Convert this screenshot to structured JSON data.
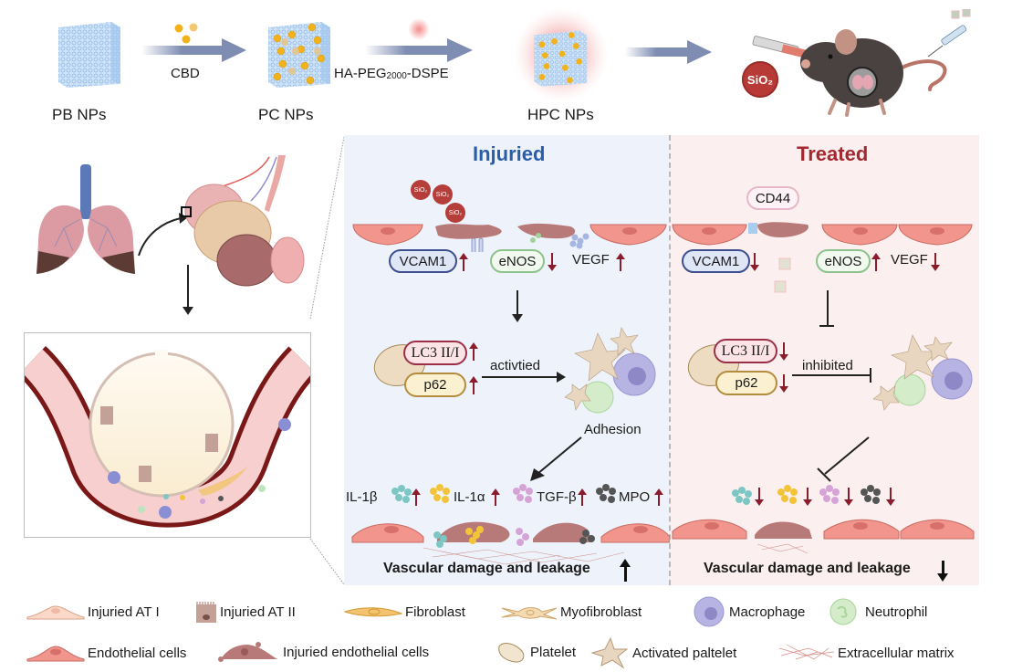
{
  "synthesis": {
    "steps": [
      {
        "label": "PB NPs"
      },
      {
        "label": "PC NPs"
      },
      {
        "label": "HPC NPs"
      }
    ],
    "arrows": [
      {
        "label": "CBD"
      },
      {
        "label": "HA-PEG",
        "subscript": "2000",
        "suffix": "-DSPE"
      }
    ],
    "mouse": {
      "silica_badge": "SiO₂"
    }
  },
  "anatomy": {
    "description": "Silicosis lung → alveolus → alveolar-capillary zoom"
  },
  "injured_panel": {
    "title": "Injuried",
    "silica_particles": [
      "SiO₂",
      "SiO₂",
      "SiO₂"
    ],
    "markers": [
      {
        "name": "VCAM1",
        "trend": "up"
      },
      {
        "name": "eNOS",
        "trend": "down"
      },
      {
        "name": "VEGF",
        "trend": "up"
      }
    ],
    "autophagy": [
      {
        "name": "LC3 II/I",
        "trend": "up"
      },
      {
        "name": "p62",
        "trend": "up"
      }
    ],
    "platelet_link": "activtied",
    "platelet_label": "Adhesion",
    "cytokines": [
      {
        "name": "IL-1β",
        "trend": "up",
        "color": "#7cc7c4"
      },
      {
        "name": "IL-1α",
        "trend": "up",
        "color": "#f3c43a"
      },
      {
        "name": "TGF-β",
        "trend": "up",
        "color": "#d6a3d6"
      },
      {
        "name": "MPO",
        "trend": "up",
        "color": "#555555"
      }
    ],
    "outcome": "Vascular damage and leakage",
    "outcome_trend": "up"
  },
  "treated_panel": {
    "title": "Treated",
    "receptor": "CD44",
    "markers": [
      {
        "name": "VCAM1",
        "trend": "down"
      },
      {
        "name": "eNOS",
        "trend": "up"
      },
      {
        "name": "VEGF",
        "trend": "down"
      }
    ],
    "autophagy": [
      {
        "name": "LC3 II/I",
        "trend": "down"
      },
      {
        "name": "p62",
        "trend": "down"
      }
    ],
    "platelet_link": "inhibited",
    "cytokines": [
      {
        "trend": "down",
        "color": "#7cc7c4"
      },
      {
        "trend": "down",
        "color": "#f3c43a"
      },
      {
        "trend": "down",
        "color": "#d6a3d6"
      },
      {
        "trend": "down",
        "color": "#555555"
      }
    ],
    "outcome": "Vascular damage and leakage",
    "outcome_trend": "down"
  },
  "legend": {
    "row1": [
      "Injuried AT I",
      "Injuried AT II",
      "Fibroblast",
      "Myofibroblast",
      "Macrophage",
      "Neutrophil"
    ],
    "row2": [
      "Endothelial cells",
      "Injuried endothelial cells",
      "Platelet",
      "Activated paltelet",
      "Extracellular matrix"
    ]
  },
  "colors": {
    "injured_title": "#2a5ea8",
    "treated_title": "#a3282f",
    "trend_arrow": "#8a1c2c",
    "injured_bg": "#eef3fb",
    "treated_bg": "#fcefef",
    "process_arrow": "#7f8db3"
  }
}
